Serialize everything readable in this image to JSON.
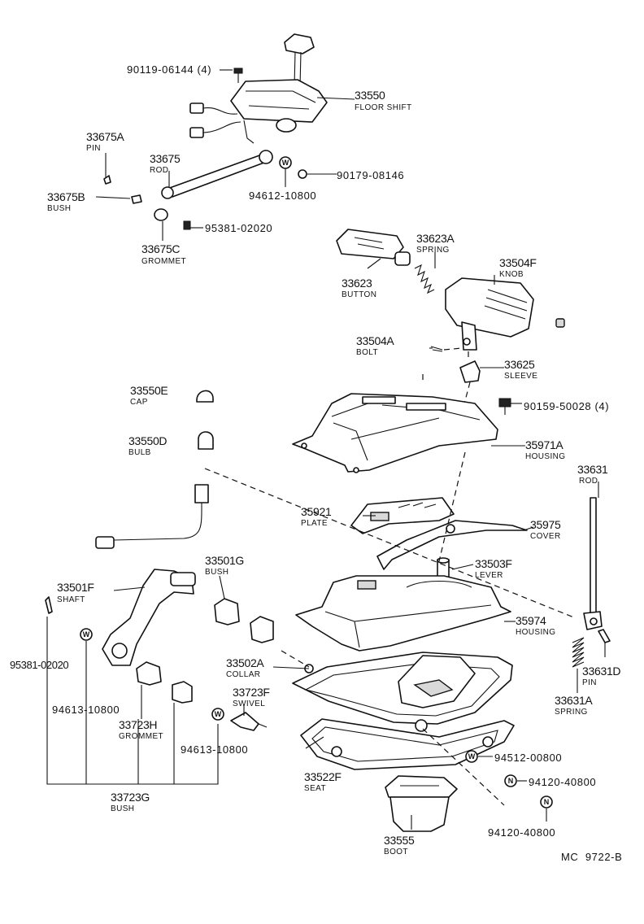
{
  "diagram_code": "MC  9722-B",
  "parts": [
    {
      "number": "90119-06144 (4)",
      "name": ""
    },
    {
      "number": "33550",
      "name": "FLOOR SHIFT"
    },
    {
      "number": "33675A",
      "name": "PIN"
    },
    {
      "number": "33675",
      "name": "ROD"
    },
    {
      "number": "33675B",
      "name": "BUSH"
    },
    {
      "number": "94612-10800",
      "name": ""
    },
    {
      "number": "90179-08146",
      "name": ""
    },
    {
      "number": "95381-02020",
      "name": ""
    },
    {
      "number": "33675C",
      "name": "GROMMET"
    },
    {
      "number": "33623A",
      "name": "SPRING"
    },
    {
      "number": "33504F",
      "name": "KNOB"
    },
    {
      "number": "33623",
      "name": "BUTTON"
    },
    {
      "number": "33504A",
      "name": "BOLT"
    },
    {
      "number": "33625",
      "name": "SLEEVE"
    },
    {
      "number": "33550E",
      "name": "CAP"
    },
    {
      "number": "90159-50028 (4)",
      "name": ""
    },
    {
      "number": "33550D",
      "name": "BULB"
    },
    {
      "number": "35971A",
      "name": "HOUSING"
    },
    {
      "number": "33631",
      "name": "ROD"
    },
    {
      "number": "35921",
      "name": "PLATE"
    },
    {
      "number": "35975",
      "name": "COVER"
    },
    {
      "number": "33501G",
      "name": "BUSH"
    },
    {
      "number": "33503F",
      "name": "LEVER"
    },
    {
      "number": "33501F",
      "name": "SHAFT"
    },
    {
      "number": "35974",
      "name": "HOUSING"
    },
    {
      "number": "95381-02020",
      "name": ""
    },
    {
      "number": "33502A",
      "name": "COLLAR"
    },
    {
      "number": "33631D",
      "name": "PIN"
    },
    {
      "number": "94613-10800",
      "name": ""
    },
    {
      "number": "33723F",
      "name": "SWIVEL"
    },
    {
      "number": "33631A",
      "name": "SPRING"
    },
    {
      "number": "33723H",
      "name": "GROMMET"
    },
    {
      "number": "94613-10800",
      "name": ""
    },
    {
      "number": "33522F",
      "name": "SEAT"
    },
    {
      "number": "94512-00800",
      "name": ""
    },
    {
      "number": "33723G",
      "name": "BUSH"
    },
    {
      "number": "94120-40800",
      "name": ""
    },
    {
      "number": "94120-40800",
      "name": ""
    },
    {
      "number": "33555",
      "name": "BOOT"
    }
  ],
  "washer_markers": {
    "w": "W",
    "n": "N"
  }
}
